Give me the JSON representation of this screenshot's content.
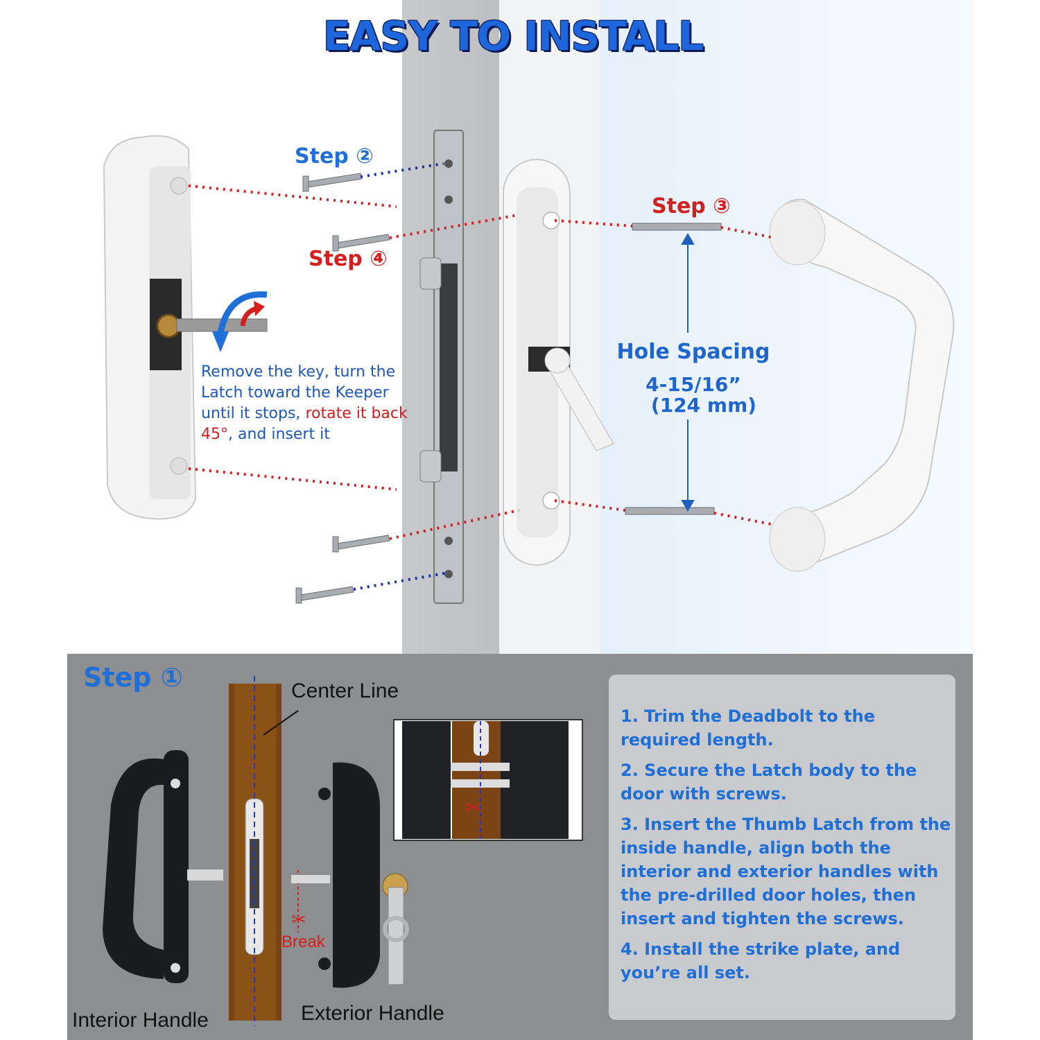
{
  "title": "EASY TO INSTALL",
  "steps": {
    "step1": "Step ①",
    "step2": "Step ②",
    "step3": "Step ③",
    "step4": "Step ④"
  },
  "note": {
    "part1": "Remove the key, turn the Latch toward the Keeper until it stops, ",
    "part2": "rotate it back 45°",
    "part3": ", and insert it"
  },
  "spacing": {
    "label": "Hole Spacing",
    "value": "4-15/16”",
    "value_mm": "(124 mm)"
  },
  "labels": {
    "center_line": "Center Line",
    "break": "Break",
    "interior_handle": "Interior Handle",
    "exterior_handle": "Exterior Handle"
  },
  "instructions": [
    "1. Trim the Deadbolt to the required length.",
    "2. Secure the Latch body to the door with screws.",
    "3. Insert the Thumb Latch from the inside handle, align both the interior and exterior handles with the pre-drilled door holes, then insert and tighten the screws.",
    "4. Install the strike plate, and you’re all set."
  ],
  "colors": {
    "title_blue": "#1e66dc",
    "step_blue": "#1f6fd6",
    "step_red": "#d51f1f",
    "wood": "#7a4512"
  }
}
